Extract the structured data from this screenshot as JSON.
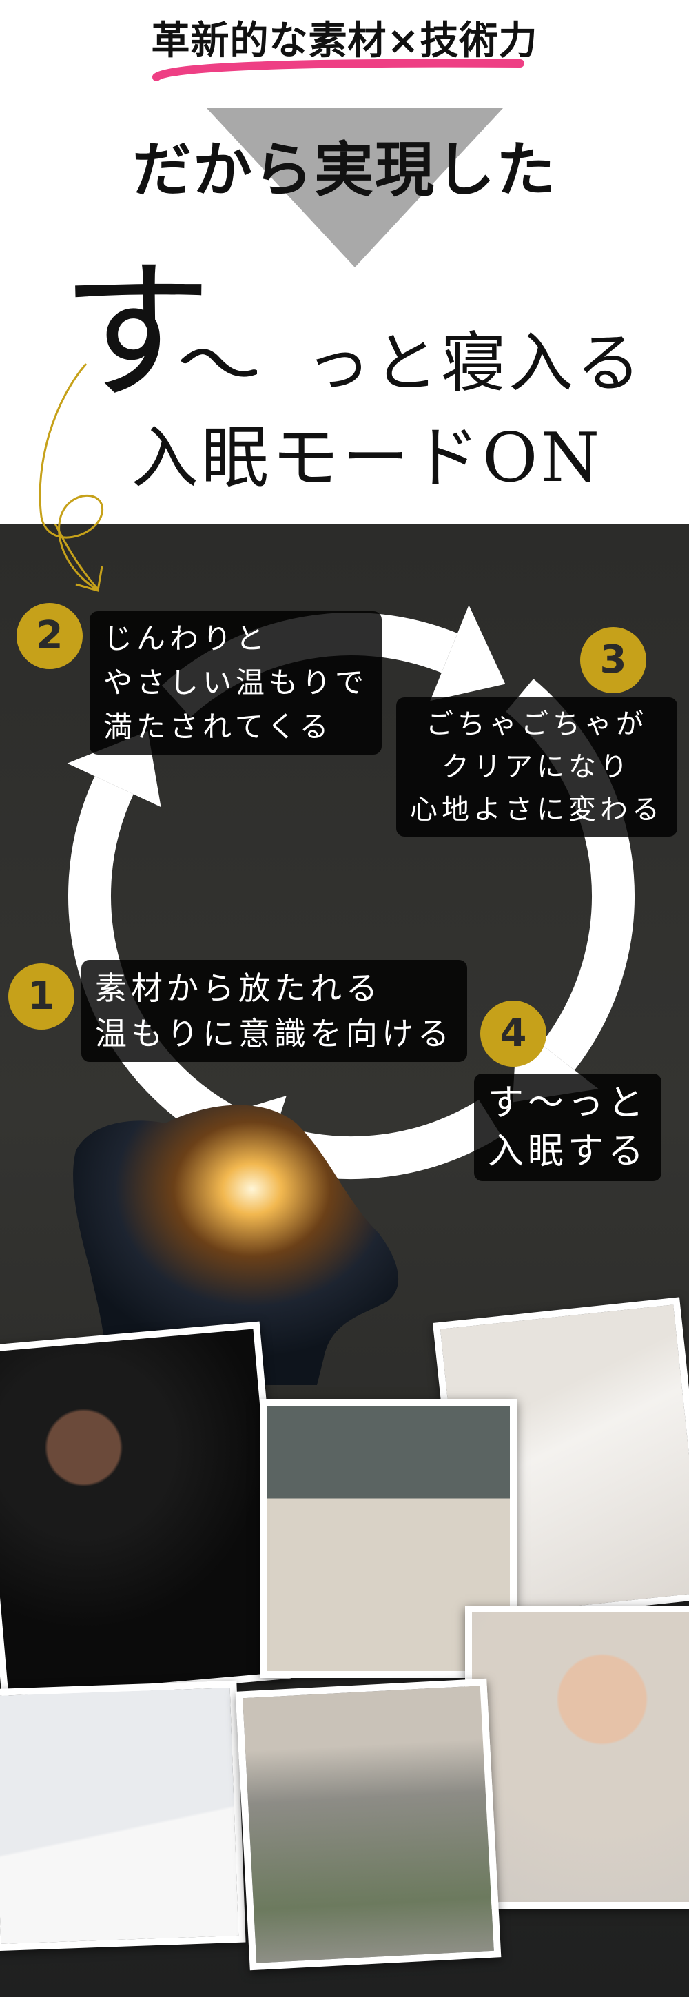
{
  "header": {
    "line1": "革新的な素材×技術力",
    "line2": "だから実現した",
    "big_su": "す",
    "line3": "っと寝入る",
    "line4": "入眠モードON"
  },
  "steps": [
    {
      "num": "1",
      "lines": [
        "素材から放たれる",
        "温もりに意識を向ける"
      ]
    },
    {
      "num": "2",
      "lines": [
        "じんわりと",
        "やさしい温もりで",
        "満たされてくる"
      ]
    },
    {
      "num": "3",
      "lines": [
        "ごちゃごちゃが",
        "クリアになり",
        "心地よさに変わる"
      ]
    },
    {
      "num": "4",
      "lines": [
        "す〜っと",
        "入眠する"
      ]
    }
  ],
  "colors": {
    "accent_pink": "#ee3f84",
    "gold": "#c6a11a",
    "dark_bg": "#2f2f2d",
    "triangle": "#a9a9a9"
  },
  "photos": [
    "man-sleeping-with-eye-mask",
    "woman-napping-on-sofa",
    "woman-sleeping-in-bed",
    "woman-stretching-in-bed",
    "woman-running-happily",
    "smiling-woman"
  ]
}
